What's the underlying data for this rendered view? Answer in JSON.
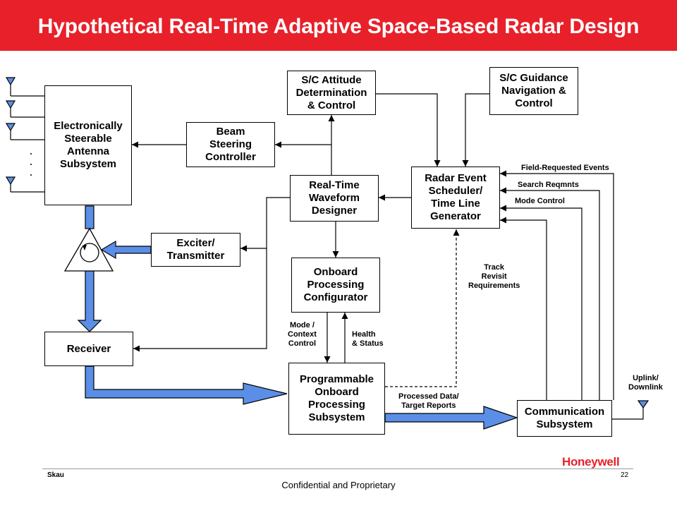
{
  "title": "Hypothetical Real-Time Adaptive Space-Based Radar Design",
  "boxes": {
    "antenna": "Electronically\nSteerable\nAntenna\nSubsystem",
    "attitude": "S/C Attitude\nDetermination\n& Control",
    "guidance": "S/C Guidance\nNavigation &\nControl",
    "beam": "Beam\nSteering\nController",
    "waveform": "Real-Time\nWaveform\nDesigner",
    "scheduler": "Radar Event\nScheduler/\nTime Line\nGenerator",
    "exciter": "Exciter/\nTransmitter",
    "configurator": "Onboard\nProcessing\nConfigurator",
    "receiver": "Receiver",
    "programmable": "Programmable\nOnboard\nProcessing\nSubsystem",
    "communication": "Communication\nSubsystem"
  },
  "labels": {
    "field_requested": "Field-Requested Events",
    "search_reqmnts": "Search Reqmnts",
    "mode_control": "Mode Control",
    "track_revisit": "Track\nRevisit\nRequirements",
    "mode_context": "Mode /\nContext\nControl",
    "health_status": "Health\n& Status",
    "processed_data": "Processed Data/\nTarget Reports",
    "uplink": "Uplink/\nDownlink"
  },
  "footer": {
    "author": "Skau",
    "page": "22",
    "confidential": "Confidential and Proprietary",
    "logo": "Honeywell"
  },
  "colors": {
    "title_bar": "#e8202a",
    "flow_arrow": "#5b8ee6",
    "logo": "#e8202a"
  }
}
